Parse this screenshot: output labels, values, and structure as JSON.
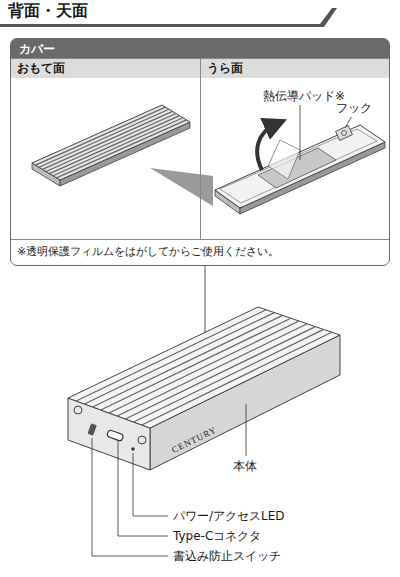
{
  "diagram": {
    "title": "背面・天面",
    "nodes": [
      {
        "text": [
          "カバー",
          "※透明保護フィルムをはがしてからご使用ください。"
        ]
      },
      {
        "text": [
          "おもて面"
        ],
        "in": 0
      },
      {
        "text": [
          "うら面"
        ],
        "in": 0
      }
    ],
    "labels": [
      "熱伝導パッド※",
      "フック",
      "CENTURY",
      "本体",
      "パワー/アクセスLED",
      "Type-Cコネクタ",
      "書込み防止スイッチ"
    ]
  }
}
